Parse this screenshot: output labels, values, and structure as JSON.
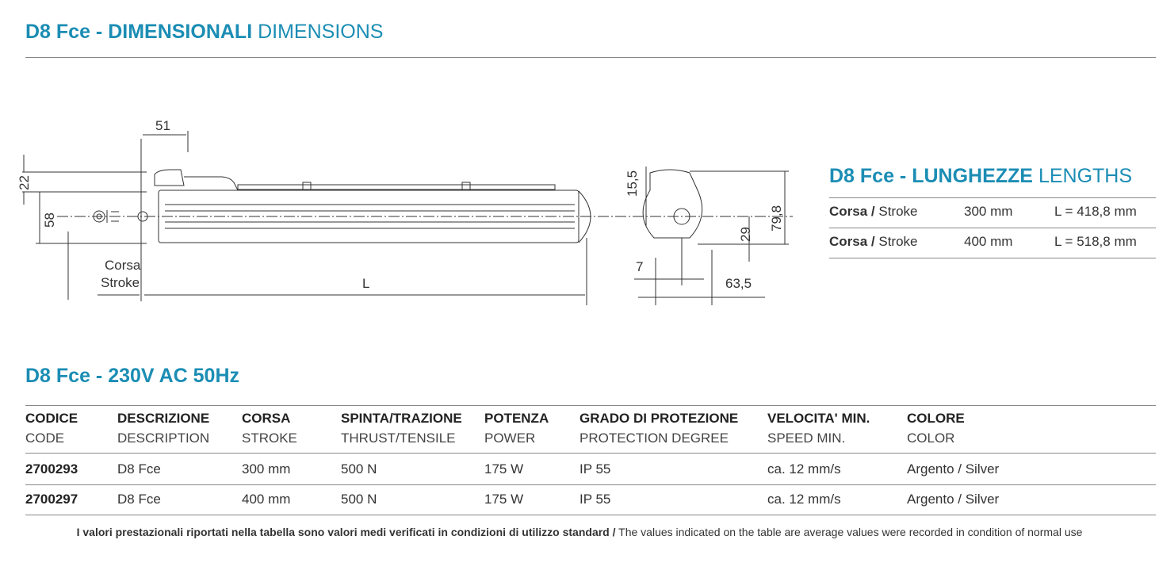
{
  "title": {
    "bold": "D8 Fce - DIMENSIONALI",
    "light": "DIMENSIONS"
  },
  "drawing": {
    "dim_51": "51",
    "dim_22": "22",
    "dim_58": "58",
    "corsa": "Corsa",
    "stroke": "Stroke",
    "dim_L": "L",
    "dim_15_5": "15,5",
    "dim_79_8": "79,8",
    "dim_29": "29",
    "dim_7": "7",
    "dim_63_5": "63,5"
  },
  "lengths": {
    "title_bold": "D8 Fce - LUNGHEZZE",
    "title_light": "LENGTHS",
    "rows": [
      {
        "label_bold": "Corsa /",
        "label": "Stroke",
        "stroke": "300 mm",
        "length": "L = 418,8 mm"
      },
      {
        "label_bold": "Corsa /",
        "label": "Stroke",
        "stroke": "400 mm",
        "length": "L = 518,8 mm"
      }
    ]
  },
  "spec": {
    "title": "D8 Fce - 230V AC 50Hz",
    "headers": [
      {
        "it": "CODICE",
        "en": "CODE"
      },
      {
        "it": "DESCRIZIONE",
        "en": "DESCRIPTION"
      },
      {
        "it": "CORSA",
        "en": "STROKE"
      },
      {
        "it": "SPINTA/TRAZIONE",
        "en": "THRUST/TENSILE"
      },
      {
        "it": "POTENZA",
        "en": "POWER"
      },
      {
        "it": "GRADO DI PROTEZIONE",
        "en": "PROTECTION DEGREE"
      },
      {
        "it": "VELOCITA' MIN.",
        "en": "SPEED MIN."
      },
      {
        "it": "COLORE",
        "en": "COLOR"
      }
    ],
    "rows": [
      [
        "2700293",
        "D8 Fce",
        "300 mm",
        "500 N",
        "175 W",
        "IP 55",
        "ca. 12 mm/s",
        "Argento / Silver"
      ],
      [
        "2700297",
        "D8 Fce",
        "400 mm",
        "500 N",
        "175 W",
        "IP 55",
        "ca. 12 mm/s",
        "Argento / Silver"
      ]
    ]
  },
  "footnote": {
    "bold": "I valori prestazionali riportati nella tabella sono valori medi verificati in condizioni di utilizzo standard /",
    "normal": "The values indicated on the table are average values were recorded in condition of normal use"
  },
  "colors": {
    "accent": "#1b8db4"
  }
}
